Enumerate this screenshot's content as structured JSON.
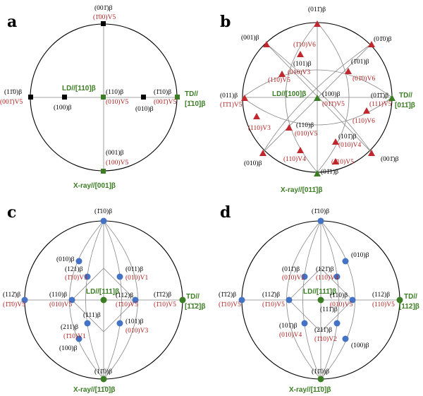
{
  "colors": {
    "black": "#000000",
    "red": "#b22222",
    "green": "#3a7d22",
    "blue": "#4472c4"
  },
  "panels": {
    "a": {
      "letter": "a",
      "top_beta": "(001̄)β",
      "top_v5": "(1̄00)V5",
      "left_beta": "(11̄0)β",
      "left_v5": "(001̄)V5",
      "mid_left_beta": "(100)β",
      "center_beta": "(110)β",
      "center_v5": "(010)V5",
      "right_beta": "(1̄10)β",
      "right_v5": "(001̄)V5",
      "mid_right_beta": "(010)β",
      "bottom_beta": "(001)β",
      "bottom_v5": "(100)V5",
      "ld": "LD//[110]β",
      "td": "TD//",
      "td2": "[1̄10]β",
      "xray": "X-ray//[001]β"
    },
    "b": {
      "letter": "b",
      "top_beta": "(011̄)β",
      "ld": "LD//[100]β",
      "td": "TD//",
      "td2": "[011̄]β",
      "xray": "X-ray//[011̄]β",
      "labels": [
        "(001)β",
        "(1̄10)V6",
        "(01̄0)β",
        "(101)β",
        "(010)V3",
        "(110)V5",
        "(1̄01)β",
        "(01̄0)V6",
        "(011)β",
        "(1̄1̄1)V5",
        "(100)β",
        "(01̄1̄)V5",
        "(01̄1̄)β",
        "(111)V5",
        "(110)V3",
        "(110)β",
        "(010)V5",
        "(110)V6",
        "(101̄)β",
        "(010)V4",
        "(010)β",
        "(110)V4",
        "(1̄10)V5",
        "(001̄)β",
        "(01̄1)β"
      ]
    },
    "c": {
      "letter": "c",
      "top": "(1̄10)β",
      "l010": "(010)β",
      "l121b": "(121)β",
      "l121v": "(1̄10)V3",
      "l011b": "(011)β",
      "l011v": "(010)V1",
      "l112b": "(112̄)β",
      "l112v": "(1̄1̄0)V5",
      "l110b": "(110)β",
      "l110v": "(010)V5",
      "ld": "LD//[111]β",
      "l112rb": "(112)β",
      "l112rv": "(1̄10)V5",
      "r112b": "(1̄1̄2)β",
      "r112v": "(1̄10)V5",
      "td": "TD//",
      "td2": "[1̄1̄2]β",
      "l111b": "(111)β",
      "l211b": "(211)β",
      "l211v": "(1̄10)V1",
      "l101b": "(101)β",
      "l101v": "(010)V3",
      "l100": "(100)β",
      "bottom": "(11̄0)β",
      "xray": "X-ray//[11̄0]β"
    },
    "d": {
      "letter": "d",
      "top": "(1̄10)β",
      "l010": "(010)β",
      "l011b": "(011̄)β",
      "l011v": "(010)V2",
      "l121b": "(121̄)β",
      "l121v": "(110)V4",
      "l1122b": "(1̄1̄2)β",
      "l1122v": "(1̄10)V5",
      "l112b": "(112̄)β",
      "l112v": "(1̄10)V5",
      "ld": "LD//[111̄]β",
      "l110b": "(110)β",
      "l110v": "(010)V5",
      "r112b": "(112)β",
      "r112v": "(110)V5",
      "td": "TD//",
      "td2": "[112]β",
      "l111b": "(111̄)β",
      "l101b": "(101̄)β",
      "l101v": "(010)V4",
      "l211b": "(211̄)β",
      "l211v": "(1̄10)V2",
      "l100": "(100)β",
      "bottom": "(11̄0)β",
      "xray": "X-ray//[11̄0]β"
    }
  }
}
